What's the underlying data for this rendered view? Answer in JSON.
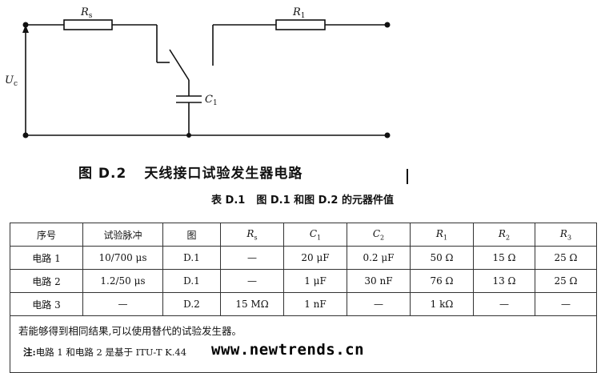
{
  "circuit": {
    "source_label": "U",
    "source_sub": "c",
    "rs_label": "R",
    "rs_sub": "s",
    "r1_label": "R",
    "r1_sub": "1",
    "c1_label": "C",
    "c1_sub": "1"
  },
  "figure_caption": {
    "number": "图 D.2",
    "title": "天线接口试验发生器电路"
  },
  "table_title": {
    "number": "表 D.1",
    "title": "图 D.1 和图 D.2 的元器件值"
  },
  "table": {
    "headers": [
      "序号",
      "试验脉冲",
      "图",
      "R",
      "C",
      "C",
      "R",
      "R",
      "R"
    ],
    "header_subs": [
      "",
      "",
      "",
      "s",
      "1",
      "2",
      "1",
      "2",
      "3"
    ],
    "rows": [
      [
        "电路 1",
        "10/700 μs",
        "D.1",
        "—",
        "20 μF",
        "0.2 μF",
        "50 Ω",
        "15 Ω",
        "25 Ω"
      ],
      [
        "电路 2",
        "1.2/50 μs",
        "D.1",
        "—",
        "1 μF",
        "30 nF",
        "76 Ω",
        "13 Ω",
        "25 Ω"
      ],
      [
        "电路 3",
        "—",
        "D.2",
        "15 MΩ",
        "1 nF",
        "—",
        "1 kΩ",
        "—",
        "—"
      ]
    ],
    "note_line1": "若能够得到相同结果,可以使用替代的试验发生器。",
    "note_label": "注:",
    "note_line2": "电路 1 和电路 2 是基于 ITU-T K.44"
  },
  "watermark": "www.newtrends.cn"
}
